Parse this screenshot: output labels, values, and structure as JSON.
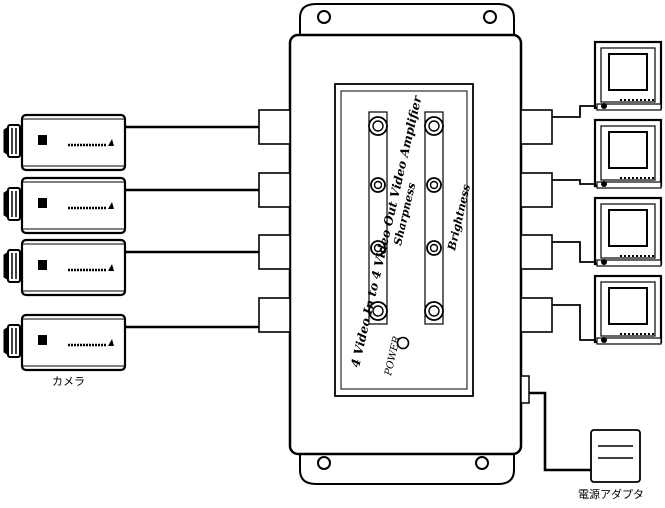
{
  "diagram": {
    "device_title": "4 Video In to 4 Video Out Video Amplifier",
    "sharpness_label": "Sharpness",
    "brightness_label": "Brightness",
    "power_label": "POWER",
    "camera_label": "カメラ",
    "adapter_label": "電源アダプタ",
    "camera_count": 4,
    "monitor_count": 4,
    "knobs_per_column": 4
  },
  "colors": {
    "stroke": "#000000",
    "fill": "#ffffff",
    "screen": "#ffffff"
  }
}
